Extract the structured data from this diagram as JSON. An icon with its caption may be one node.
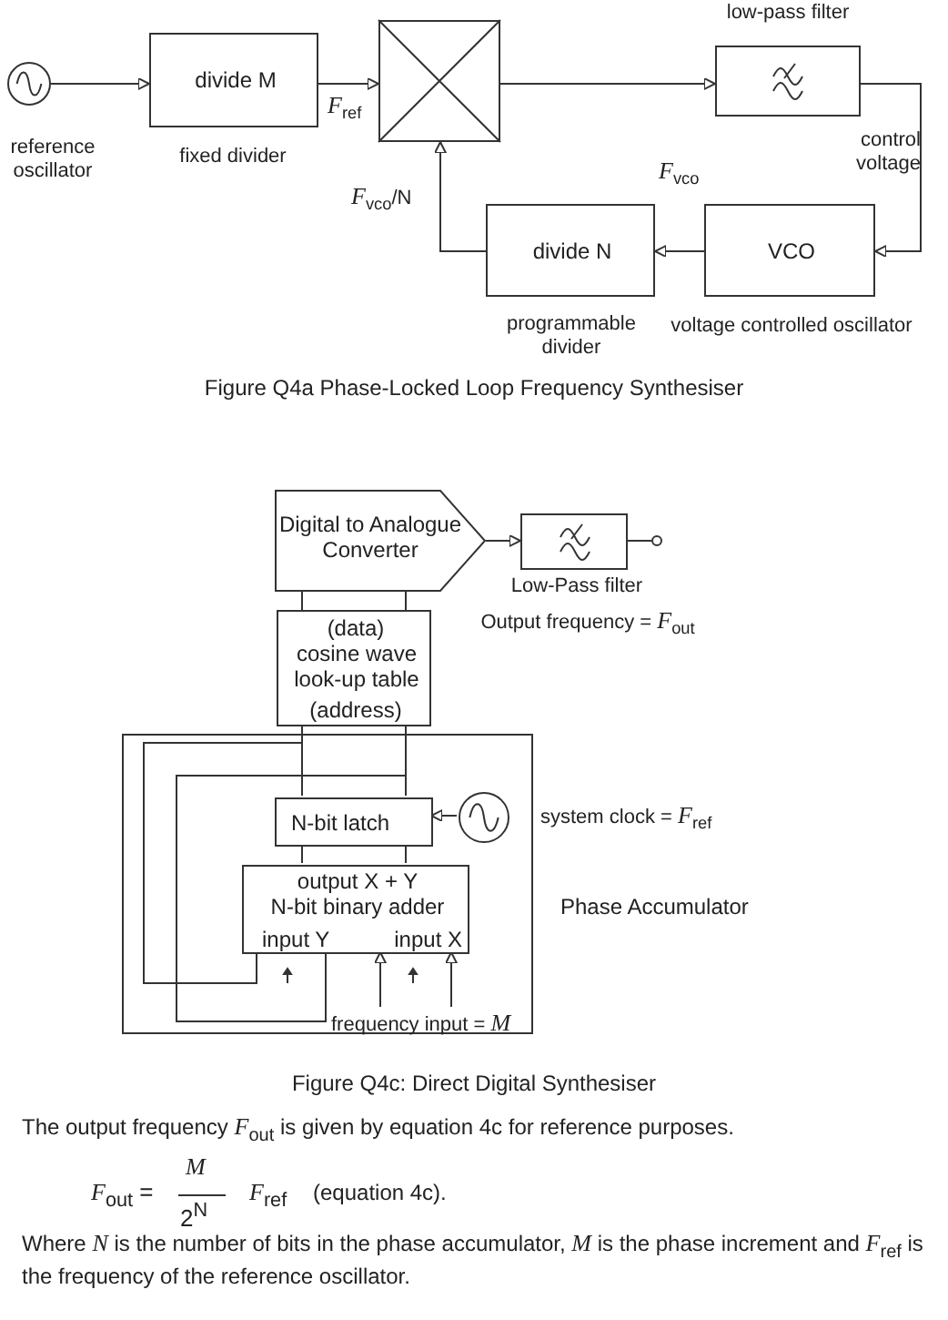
{
  "diagram": {
    "nodes": [
      {
        "text": [],
        "shape": "circle",
        "beside": [
          "reference oscillator"
        ]
      },
      {
        "text": [
          "divide M"
        ],
        "beside": [
          "fixed divider"
        ]
      },
      {
        "text": [],
        "shape": "box"
      },
      {
        "text": [],
        "shape": "box",
        "beside": [
          "low-pass filter"
        ]
      },
      {
        "text": [
          "VCO"
        ],
        "beside": [
          "voltage controlled oscillator"
        ]
      },
      {
        "text": [
          "divide N"
        ],
        "beside": [
          "programmable divider"
        ]
      },
      {
        "text": [
          "Digital to Analogue Converter"
        ]
      },
      {
        "text": [],
        "shape": "box",
        "beside": [
          "Low-Pass filter",
          "Output frequency = *F*$_{out}$"
        ]
      },
      {
        "text": [],
        "shape": "circle"
      },
      {
        "text": [
          "(data)",
          "cosine wave look-up table",
          "(address)"
        ]
      },
      {
        "text": [
          "Phase Accumulator"
        ]
      },
      {
        "text": [
          "N-bit latch"
        ],
        "in": 10
      },
      {
        "text": [],
        "shape": "circle",
        "in": 10,
        "beside": [
          "system clock  = *F*$_{ref}$"
        ]
      },
      {
        "text": [
          "output X + Y",
          "N-bit binary adder",
          "input Y",
          "input X"
        ],
        "in": 10
      },
      {
        "text": [
          "frequency input = *M*"
        ],
        "in": 10
      }
    ],
    "edges": [
      {
        "from": 0,
        "to": 1,
        "arrow": "to"
      },
      {
        "from": 1,
        "to": 2,
        "arrow": "to",
        "label": "*F*$_{ref}$"
      },
      {
        "from": 2,
        "to": 3,
        "arrow": "to"
      },
      {
        "from": 3,
        "to": 4,
        "arrow": "to",
        "label": "control voltage"
      },
      {
        "from": 4,
        "to": 5,
        "arrow": "to",
        "label": "*F*$_{vco}$"
      },
      {
        "from": 5,
        "to": 2,
        "arrow": "to",
        "label": "*F*$_{vco}$/N"
      },
      {
        "from": 6,
        "to": 7,
        "arrow": "to"
      },
      {
        "from": 7,
        "to": 8,
        "arrow": "none"
      },
      {
        "from": 9,
        "to": 6,
        "arrow": "none"
      },
      {
        "from": 9,
        "to": 6,
        "arrow": "none"
      },
      {
        "from": 11,
        "to": 9,
        "arrow": "none"
      },
      {
        "from": 11,
        "to": 9,
        "arrow": "none"
      },
      {
        "from": 11,
        "to": 13,
        "arrow": "none"
      },
      {
        "from": 11,
        "to": 13,
        "arrow": "none"
      },
      {
        "from": 13,
        "to": 11,
        "arrow": "none"
      },
      {
        "from": 13,
        "to": 11,
        "arrow": "none"
      },
      {
        "from": 12,
        "to": 11,
        "arrow": "to"
      },
      {
        "from": 14,
        "to": 13,
        "arrow": "to"
      },
      {
        "from": 14,
        "to": 13,
        "arrow": "to"
      }
    ],
    "labels": [
      "Figure Q4a Phase-Locked Loop Frequency Synthesiser",
      "Figure Q4c: Direct Digital Synthesiser",
      "The output frequency *F*$_{out}$ is given by equation 4c for reference purposes.",
      "*F*$_{out}$ =",
      "*M*",
      "2$^{N}$",
      "*F*$_{ref}$",
      "(equation 4c).",
      "Where *N* is the number of bits in the phase accumulator, *M*  is the phase increment and *F*$_{ref}$ is the frequency of the reference oscillator."
    ]
  }
}
